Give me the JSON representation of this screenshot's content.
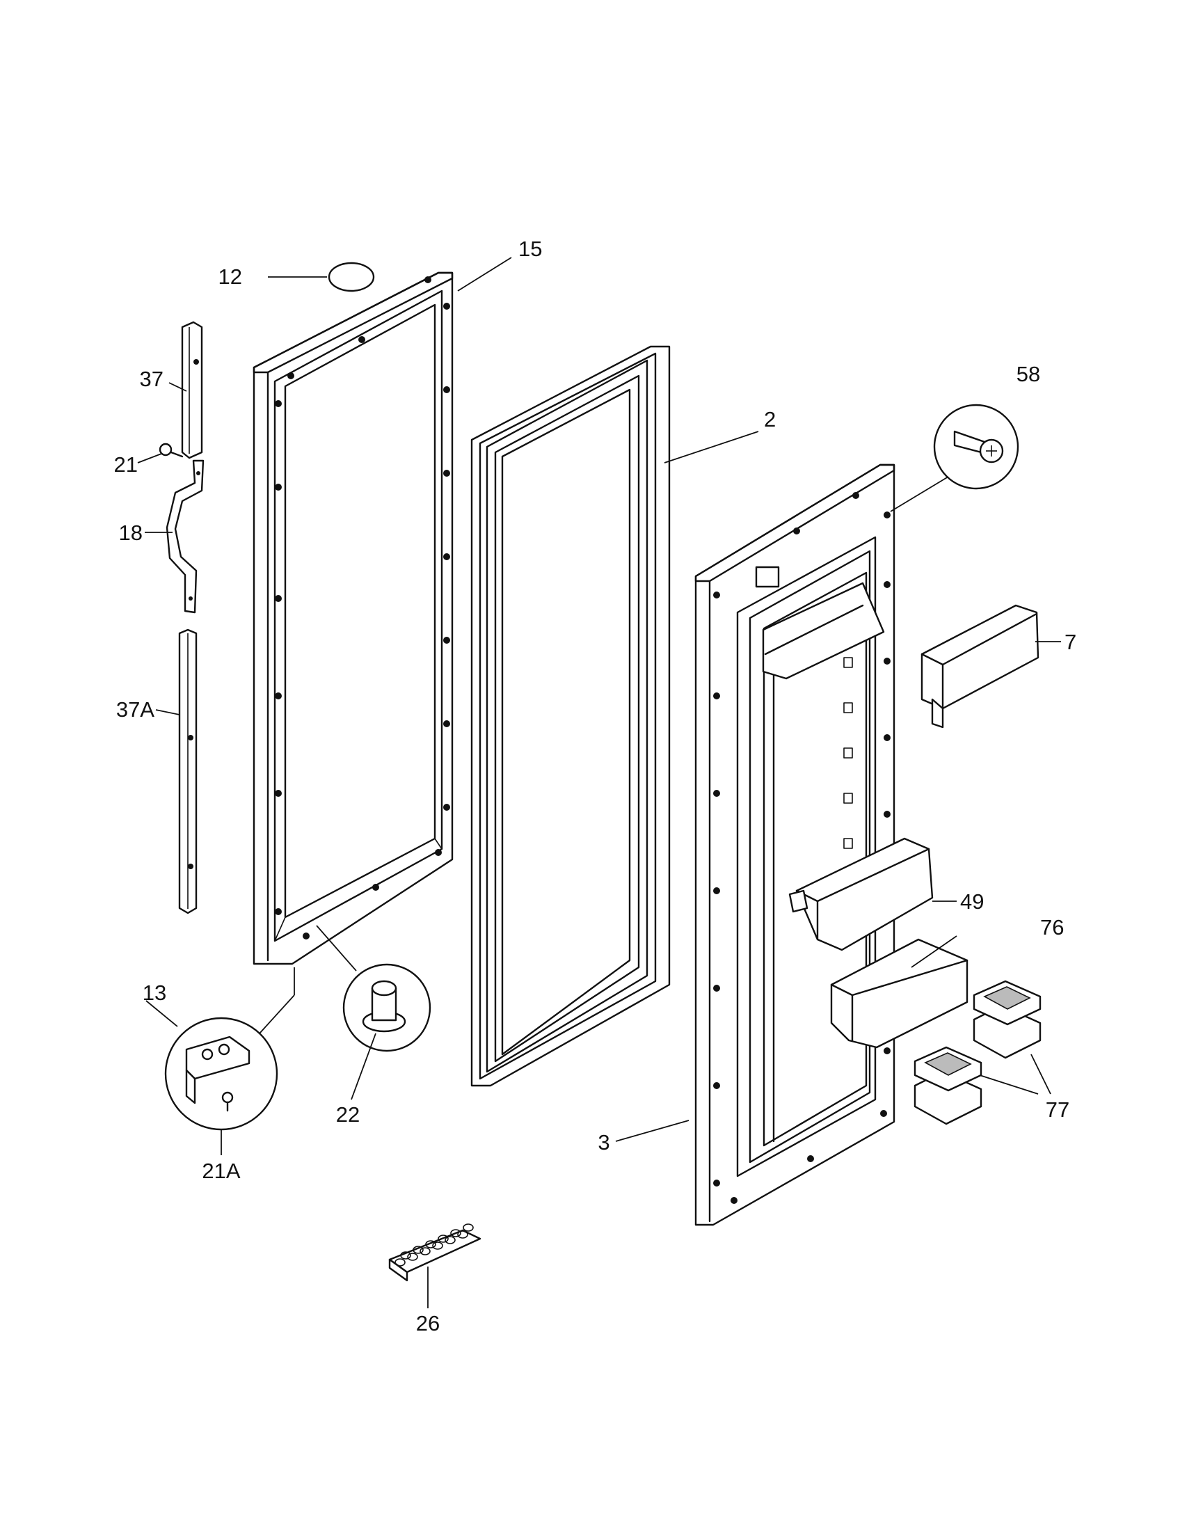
{
  "callouts": [
    {
      "id": "12",
      "label": "12"
    },
    {
      "id": "15",
      "label": "15"
    },
    {
      "id": "37",
      "label": "37"
    },
    {
      "id": "21",
      "label": "21"
    },
    {
      "id": "18",
      "label": "18"
    },
    {
      "id": "37A",
      "label": "37A"
    },
    {
      "id": "2",
      "label": "2"
    },
    {
      "id": "58",
      "label": "58"
    },
    {
      "id": "7",
      "label": "7"
    },
    {
      "id": "49",
      "label": "49"
    },
    {
      "id": "76",
      "label": "76"
    },
    {
      "id": "13",
      "label": "13"
    },
    {
      "id": "22",
      "label": "22"
    },
    {
      "id": "21A",
      "label": "21A"
    },
    {
      "id": "77",
      "label": "77"
    },
    {
      "id": "3",
      "label": "3"
    },
    {
      "id": "26",
      "label": "26"
    }
  ]
}
